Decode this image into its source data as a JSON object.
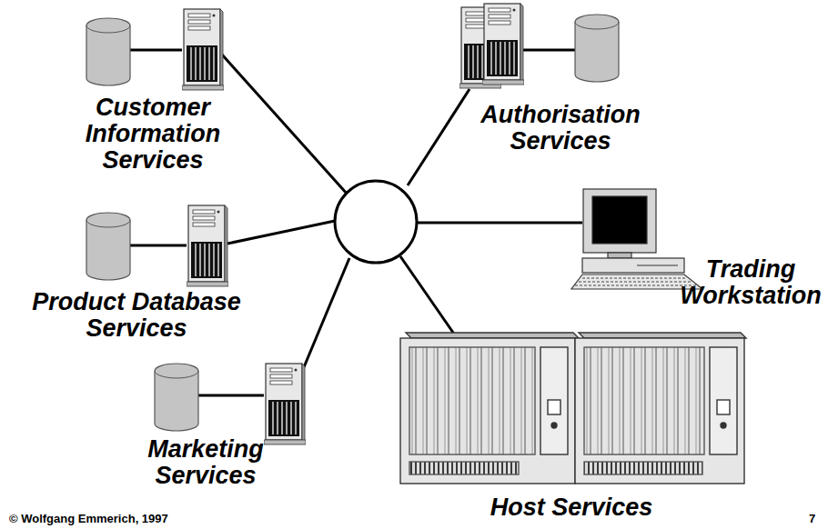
{
  "diagram": {
    "nodes": [
      {
        "text": [
          "Customer Information Services"
        ]
      },
      {
        "text": [
          "Authorisation Services"
        ]
      },
      {
        "text": [
          "Product Database Services"
        ]
      },
      {
        "text": [
          "Trading Workstation"
        ]
      },
      {
        "text": [
          "Marketing Services"
        ]
      },
      {
        "text": [
          "Host Services"
        ]
      }
    ],
    "labels": [
      "© Wolfgang Emmerich, 1997",
      "7"
    ]
  }
}
